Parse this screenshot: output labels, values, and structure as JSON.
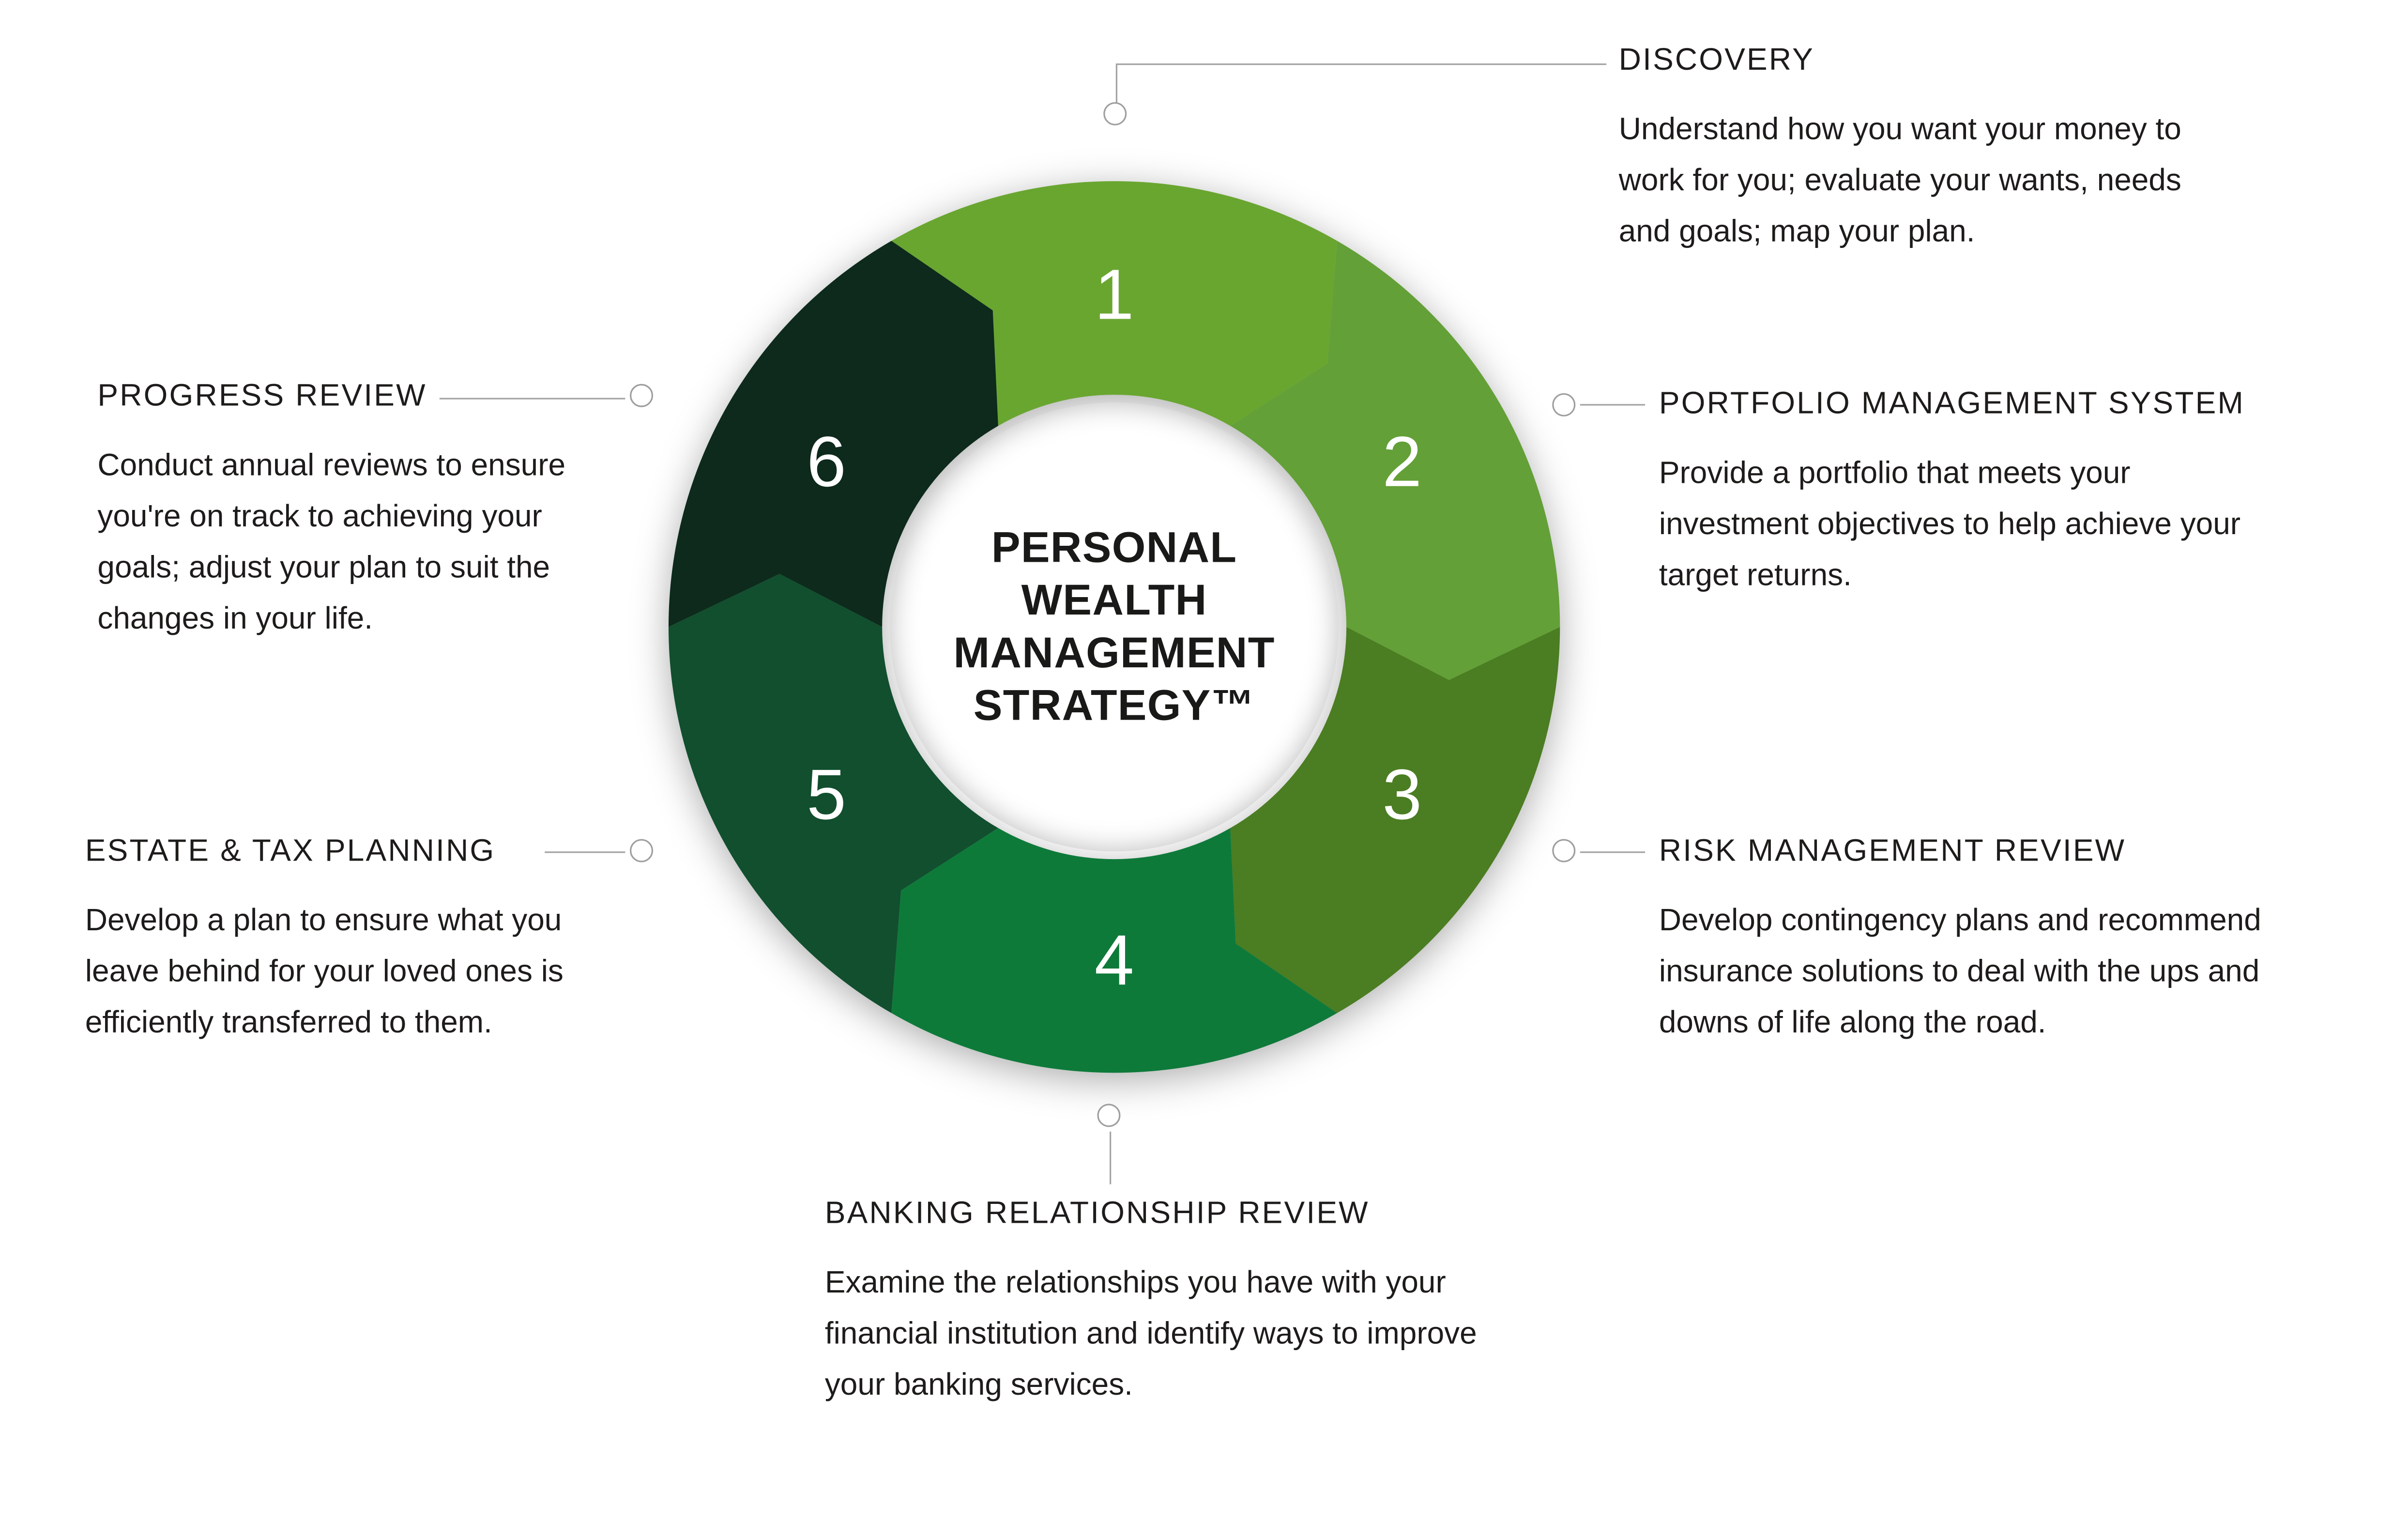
{
  "diagram": {
    "center": {
      "lines": [
        "PERSONAL",
        "WEALTH",
        "MANAGEMENT",
        "STRATEGY™"
      ]
    },
    "segments": [
      {
        "number": "1",
        "color": "#69a630"
      },
      {
        "number": "2",
        "color": "#63a037"
      },
      {
        "number": "3",
        "color": "#4b7d22"
      },
      {
        "number": "4",
        "color": "#0e7a3a"
      },
      {
        "number": "5",
        "color": "#114f2e"
      },
      {
        "number": "6",
        "color": "#0d2a1c"
      }
    ]
  },
  "callouts": {
    "discovery": {
      "title": "DISCOVERY",
      "body": "Understand how you want your money to work for you; evaluate your wants, needs and goals; map your plan."
    },
    "portfolio": {
      "title": "PORTFOLIO MANAGEMENT SYSTEM",
      "body": "Provide a portfolio that meets your investment objectives to help achieve your target returns."
    },
    "risk": {
      "title": "RISK MANAGEMENT REVIEW",
      "body": "Develop contingency plans and recommend insurance solutions to deal with the ups and downs of life along the road."
    },
    "banking": {
      "title": "BANKING RELATIONSHIP REVIEW",
      "body": "Examine the relationships you have with your financial institution and identify ways to improve your banking services."
    },
    "estate": {
      "title": "ESTATE & TAX PLANNING",
      "body": "Develop a plan to ensure what you leave behind for your loved ones is efficiently transferred to them."
    },
    "progress": {
      "title": "PROGRESS REVIEW",
      "body": "Conduct annual reviews to ensure you're on track to achieving your goals; adjust your plan to suit the changes in your life."
    }
  },
  "colors": {
    "background": "#ffffff",
    "text": "#1d1c1a",
    "connector": "#9e9e9e",
    "number_text": "#ffffff"
  }
}
